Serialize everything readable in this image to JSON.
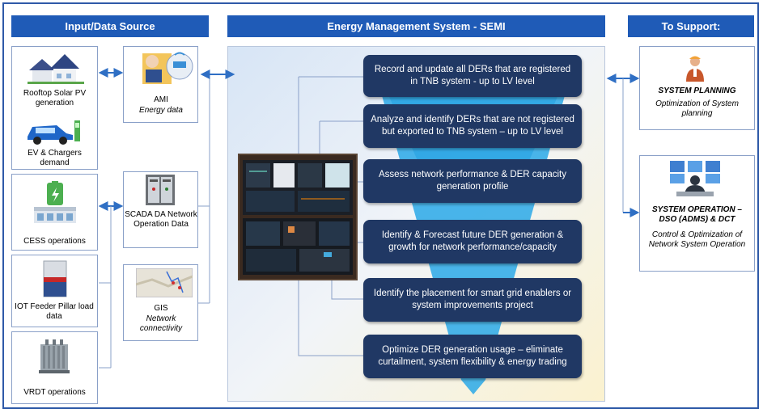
{
  "headers": {
    "input": "Input/Data Source",
    "ems": "Energy Management System -  SEMI",
    "support": "To Support:"
  },
  "sources": {
    "solar": "Rooftop Solar PV generation",
    "ev": "EV & Chargers demand",
    "cess": "CESS operations",
    "iot": "IOT Feeder Pillar load data",
    "vrdt": "VRDT operations"
  },
  "systems": {
    "ami_title": "AMI",
    "ami_sub": "Energy data",
    "scada": "SCADA DA Network Operation Data",
    "gis_title": "GIS",
    "gis_sub": "Network connectivity"
  },
  "steps": [
    "Record and update all DERs that are registered in TNB system - up to LV level",
    "Analyze and identify DERs that are not registered but exported to TNB system – up to LV level",
    "Assess network performance & DER capacity generation profile",
    "Identify & Forecast future DER generation & growth for network performance/capacity",
    "Identify the placement for smart grid enablers or system improvements project",
    "Optimize DER generation usage – eliminate curtailment, system flexibility & energy trading"
  ],
  "support": {
    "planning_title": "SYSTEM PLANNING",
    "planning_sub": "Optimization of System planning",
    "operation_title": "SYSTEM OPERATION – DSO (ADMS) & DCT",
    "operation_sub": "Control & Optimization of Network System Operation"
  },
  "colors": {
    "header": "#1f5bb7",
    "step": "#203864",
    "arrow": "#2f6fc4",
    "funnel": "#2aa8e8"
  }
}
